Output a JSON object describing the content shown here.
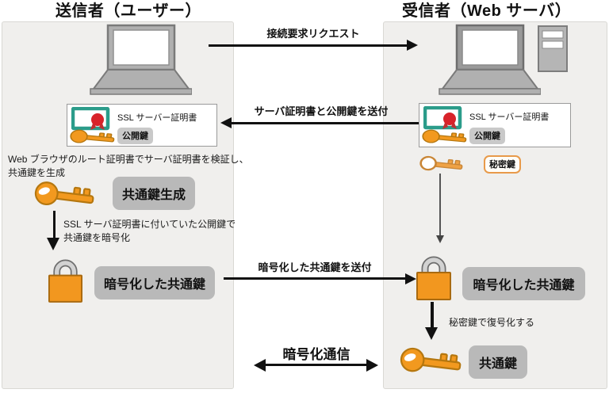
{
  "titles": {
    "sender": "送信者（ユーザー）",
    "receiver": "受信者（Web サーバ）"
  },
  "arrows": {
    "connect_request": "接続要求リクエスト",
    "send_cert_and_public_key": "サーバ証明書と公開鍵を送付",
    "send_encrypted_key": "暗号化した共通鍵を送付",
    "encrypted_communication": "暗号化通信"
  },
  "sender": {
    "cert_title": "SSL サーバー証明書",
    "public_key_badge": "公開鍵",
    "verify_note_line1": "Web ブラウザのルート証明書でサーバ証明書を検証し、",
    "verify_note_line2": "共通鍵を生成",
    "generate_key_label": "共通鍵生成",
    "encrypt_note_line1": "SSL サーバ証明書に付いていた公開鍵で",
    "encrypt_note_line2": "共通鍵を暗号化",
    "encrypted_key_label": "暗号化した共通鍵"
  },
  "receiver": {
    "cert_title": "SSL サーバー証明書",
    "public_key_badge": "公開鍵",
    "private_key_badge": "秘密鍵",
    "encrypted_key_label": "暗号化した共通鍵",
    "decrypt_note": "秘密鍵で復号化する",
    "shared_key_label": "共通鍵"
  },
  "icons": {
    "laptop": "laptop-icon",
    "server_tower": "server-tower-icon",
    "certificate": "certificate-icon",
    "key": "key-icon",
    "private_key": "private-key-icon",
    "padlock": "padlock-icon"
  },
  "colors": {
    "key_orange": "#F2991F",
    "padlock_orange": "#F2971F",
    "cert_teal": "#2B9C8A",
    "seal_red": "#D8232A",
    "label_gray": "#B9B9B9",
    "badge_gray": "#C9C9C9",
    "private_badge_border": "#E89A4A",
    "panel_bg": "#F0EFED"
  }
}
